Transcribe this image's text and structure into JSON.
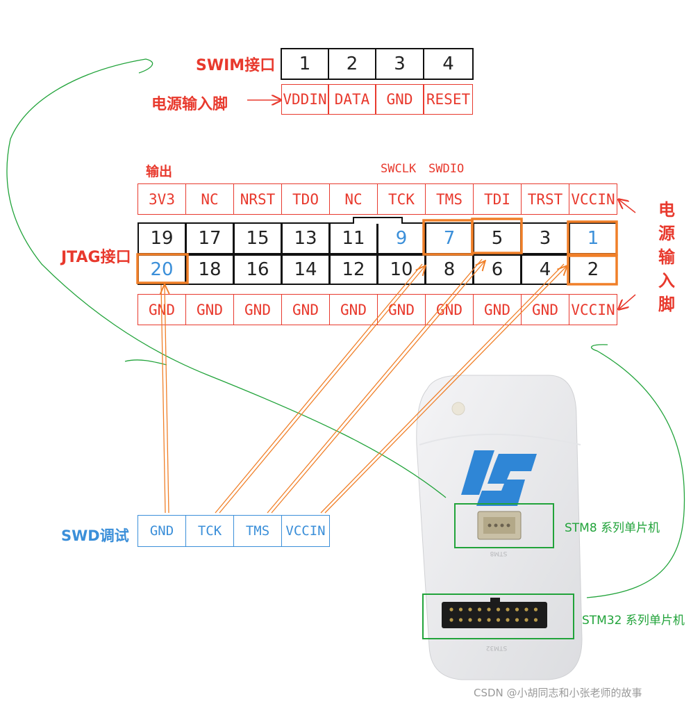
{
  "swim": {
    "title": "SWIM接口",
    "pins": [
      "1",
      "2",
      "3",
      "4"
    ],
    "signals": [
      "VDDIN",
      "DATA",
      "GND",
      "RESET"
    ],
    "power_label": "电源输入脚"
  },
  "jtag": {
    "title": "JTAG接口",
    "output_label": "输出",
    "swclk_label": "SWCLK",
    "swdio_label": "SWDIO",
    "top_signals": [
      "3V3",
      "NC",
      "NRST",
      "TDO",
      "NC",
      "TCK",
      "TMS",
      "TDI",
      "TRST",
      "VCCIN"
    ],
    "odd_pins": [
      "19",
      "17",
      "15",
      "13",
      "11",
      "9",
      "7",
      "5",
      "3",
      "1"
    ],
    "even_pins": [
      "20",
      "18",
      "16",
      "14",
      "12",
      "10",
      "8",
      "6",
      "4",
      "2"
    ],
    "bottom_signals": [
      "GND",
      "GND",
      "GND",
      "GND",
      "GND",
      "GND",
      "GND",
      "GND",
      "GND",
      "VCCIN"
    ],
    "power_vertical": [
      "电",
      "源",
      "输",
      "入",
      "脚"
    ]
  },
  "swd": {
    "title": "SWD调试",
    "signals": [
      "GND",
      "TCK",
      "TMS",
      "VCCIN"
    ]
  },
  "device": {
    "stm8_label": "STM8 系列单片机",
    "stm32_label": "STM32 系列单片机",
    "stm8_print": "STM8",
    "stm32_print": "STM32"
  },
  "watermark": "CSDN @小胡同志和小张老师的故事",
  "colors": {
    "red": "#e8392d",
    "blue": "#3b8fd9",
    "orange": "#f07f28",
    "green": "#21a33a"
  }
}
